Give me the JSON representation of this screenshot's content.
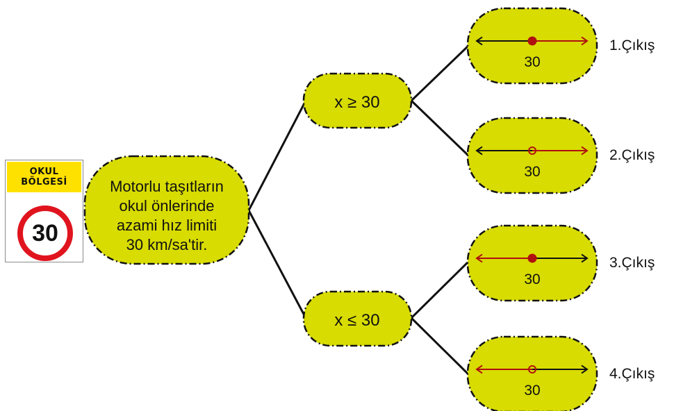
{
  "sign": {
    "line1": "OKUL",
    "line2": "BÖLGESİ",
    "limit": "30"
  },
  "root": {
    "lines": [
      "Motorlu taşıtların",
      "okul önlerinde",
      "azami hız limiti",
      "30 km/sa'tir."
    ]
  },
  "branches": [
    {
      "condition": "x ≥ 30"
    },
    {
      "condition": "x ≤ 30"
    }
  ],
  "outputs": [
    {
      "label": "1.Çıkış",
      "value": "30",
      "point": "closed",
      "direction": "right"
    },
    {
      "label": "2.Çıkış",
      "value": "30",
      "point": "open",
      "direction": "right"
    },
    {
      "label": "3.Çıkış",
      "value": "30",
      "point": "closed",
      "direction": "left"
    },
    {
      "label": "4.Çıkış",
      "value": "30",
      "point": "open",
      "direction": "left"
    }
  ],
  "colors": {
    "pill_fill": "#d8dc00",
    "ray": "#b01010",
    "line": "#111111"
  }
}
